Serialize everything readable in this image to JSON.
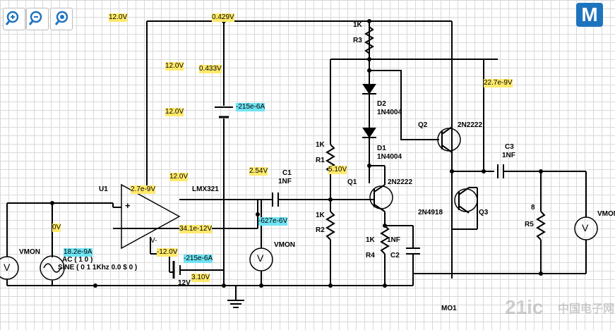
{
  "toolbar": {
    "zoom_in_icon": "zoom-in",
    "zoom_out_icon": "zoom-out",
    "zoom_fit_icon": "zoom-fit"
  },
  "app_logo": "M",
  "op_amp": {
    "ref": "U1",
    "part": "LMX321",
    "plus": "+",
    "minus": "-",
    "vminus": "V-"
  },
  "resistors": [
    {
      "ref": "R3",
      "value": "1K"
    },
    {
      "ref": "R1",
      "value": "1K"
    },
    {
      "ref": "R2",
      "value": "1K"
    },
    {
      "ref": "R4",
      "value": "1K"
    },
    {
      "ref": "R5",
      "value": "8"
    }
  ],
  "diodes": [
    {
      "ref": "D2",
      "part": "1N4004"
    },
    {
      "ref": "D1",
      "part": "1N4004"
    }
  ],
  "transistors": [
    {
      "ref": "Q1",
      "part": "2N2222"
    },
    {
      "ref": "Q2",
      "part": "2N2222"
    },
    {
      "ref": "Q3",
      "part": "2N4918"
    }
  ],
  "capacitors": [
    {
      "ref": "C1",
      "value": "1NF"
    },
    {
      "ref": "C2",
      "value": "1NF"
    },
    {
      "ref": "C3",
      "value": "1NF"
    }
  ],
  "source": {
    "ac": "AC ( 1 0 )",
    "sine": "SINE ( 0 1 1Khz 0.0 $ 0 )"
  },
  "meters": [
    "VMON",
    "VMON",
    "VMON"
  ],
  "supply_label": "12V",
  "sub_label": "MO1",
  "probes": {
    "v_top_left": "12.0V",
    "v_top_mid": "0.429V",
    "v_433": "0.433V",
    "v_12a": "12.0V",
    "v_12b": "12.0V",
    "v_12c": "12.0V",
    "v_254": "2.54V",
    "v_510": "5.10V",
    "v_op_in": "2.7e-9V",
    "v_0": "0V",
    "v_341": "34.1e-12V",
    "v_neg12": "-12.0V",
    "v_310": "3.10V",
    "v_227": "22.7e-9V",
    "i_215a": "-215e-6A",
    "i_627": "-627e-6V",
    "i_182": "18.2e-9A",
    "i_215b": "-215e-6A"
  },
  "watermark": {
    "big": "21ic",
    "small": "中国电子网"
  }
}
